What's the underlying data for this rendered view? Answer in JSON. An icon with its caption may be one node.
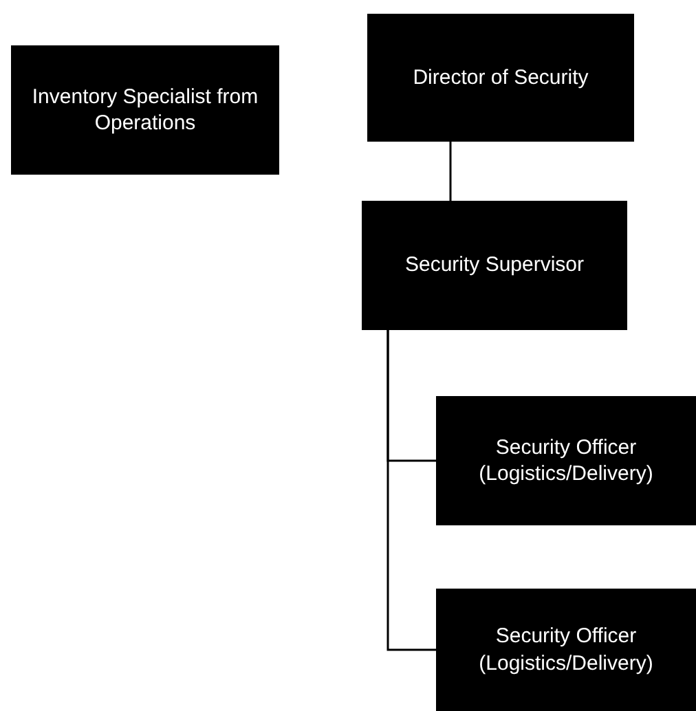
{
  "diagram": {
    "nodes": [
      {
        "text": [
          "Inventory Specialist from Operations"
        ]
      },
      {
        "text": [
          "Director of Security"
        ]
      },
      {
        "text": [
          "Security Supervisor"
        ]
      },
      {
        "text": [
          "Security Officer (Logistics/Delivery)"
        ]
      },
      {
        "text": [
          "Security Officer (Logistics/Delivery)"
        ]
      }
    ],
    "edges": [
      {
        "from": 1,
        "to": 2,
        "arrow": "none"
      },
      {
        "from": 2,
        "to": 3,
        "arrow": "none"
      },
      {
        "from": 2,
        "to": 4,
        "arrow": "none"
      }
    ]
  }
}
